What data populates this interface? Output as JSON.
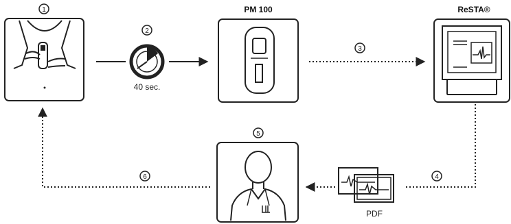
{
  "steps": {
    "s1": "1",
    "s2": "2",
    "s3": "3",
    "s4": "4",
    "s5": "5",
    "s6": "6"
  },
  "labels": {
    "timer": "40 sec.",
    "device": "PM 100",
    "software": "ReSTA®",
    "report": "PDF"
  },
  "colors": {
    "stroke": "#222222",
    "background": "#ffffff"
  }
}
